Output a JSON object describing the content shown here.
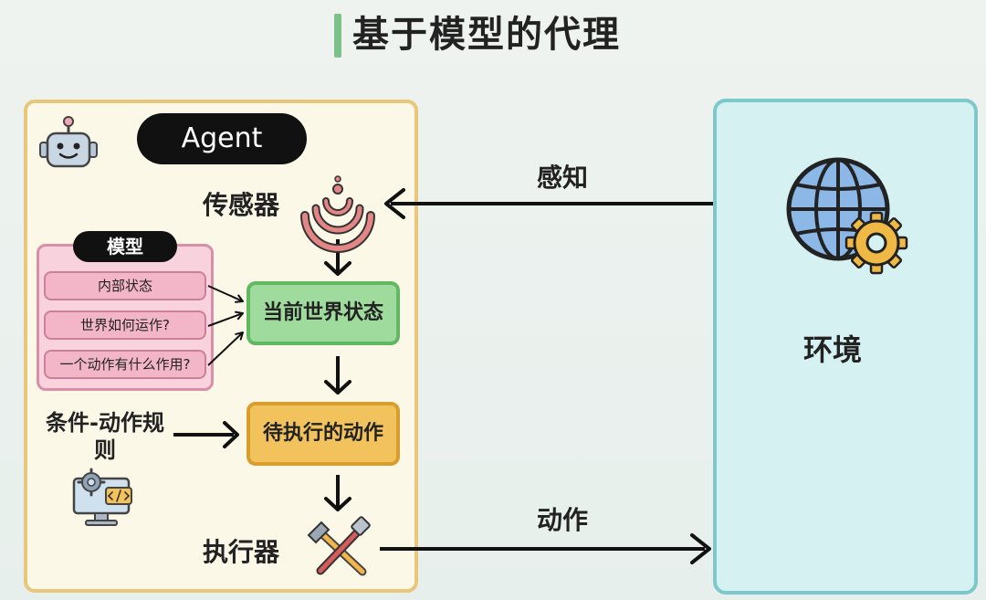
{
  "title": "基于模型的代理",
  "agent": {
    "pill_label": "Agent",
    "sensor_label": "传感器",
    "actuator_label": "执行器",
    "rules_label": "条件-动作规则",
    "model": {
      "pill_label": "模型",
      "items": [
        "内部状态",
        "世界如何运作?",
        "一个动作有什么作用?"
      ]
    },
    "current_state_label": "当前世界状态",
    "pending_action_label": "待执行的动作"
  },
  "environment": {
    "label": "环境"
  },
  "arrows": {
    "perceive_label": "感知",
    "action_label": "动作"
  },
  "icons": [
    "robot-icon",
    "sensor-waves-icon",
    "globe-gear-icon",
    "tools-icon",
    "computer-code-icon"
  ],
  "colors": {
    "agent_fill": "#fcf8e8",
    "agent_border": "#e8c77a",
    "env_fill": "#d6f1f1",
    "env_border": "#7cc9cc",
    "model_fill": "#f8d3dd",
    "state_fill": "#9edb9c",
    "pending_fill": "#f2c35d",
    "title_accent": "#7cc08a"
  }
}
